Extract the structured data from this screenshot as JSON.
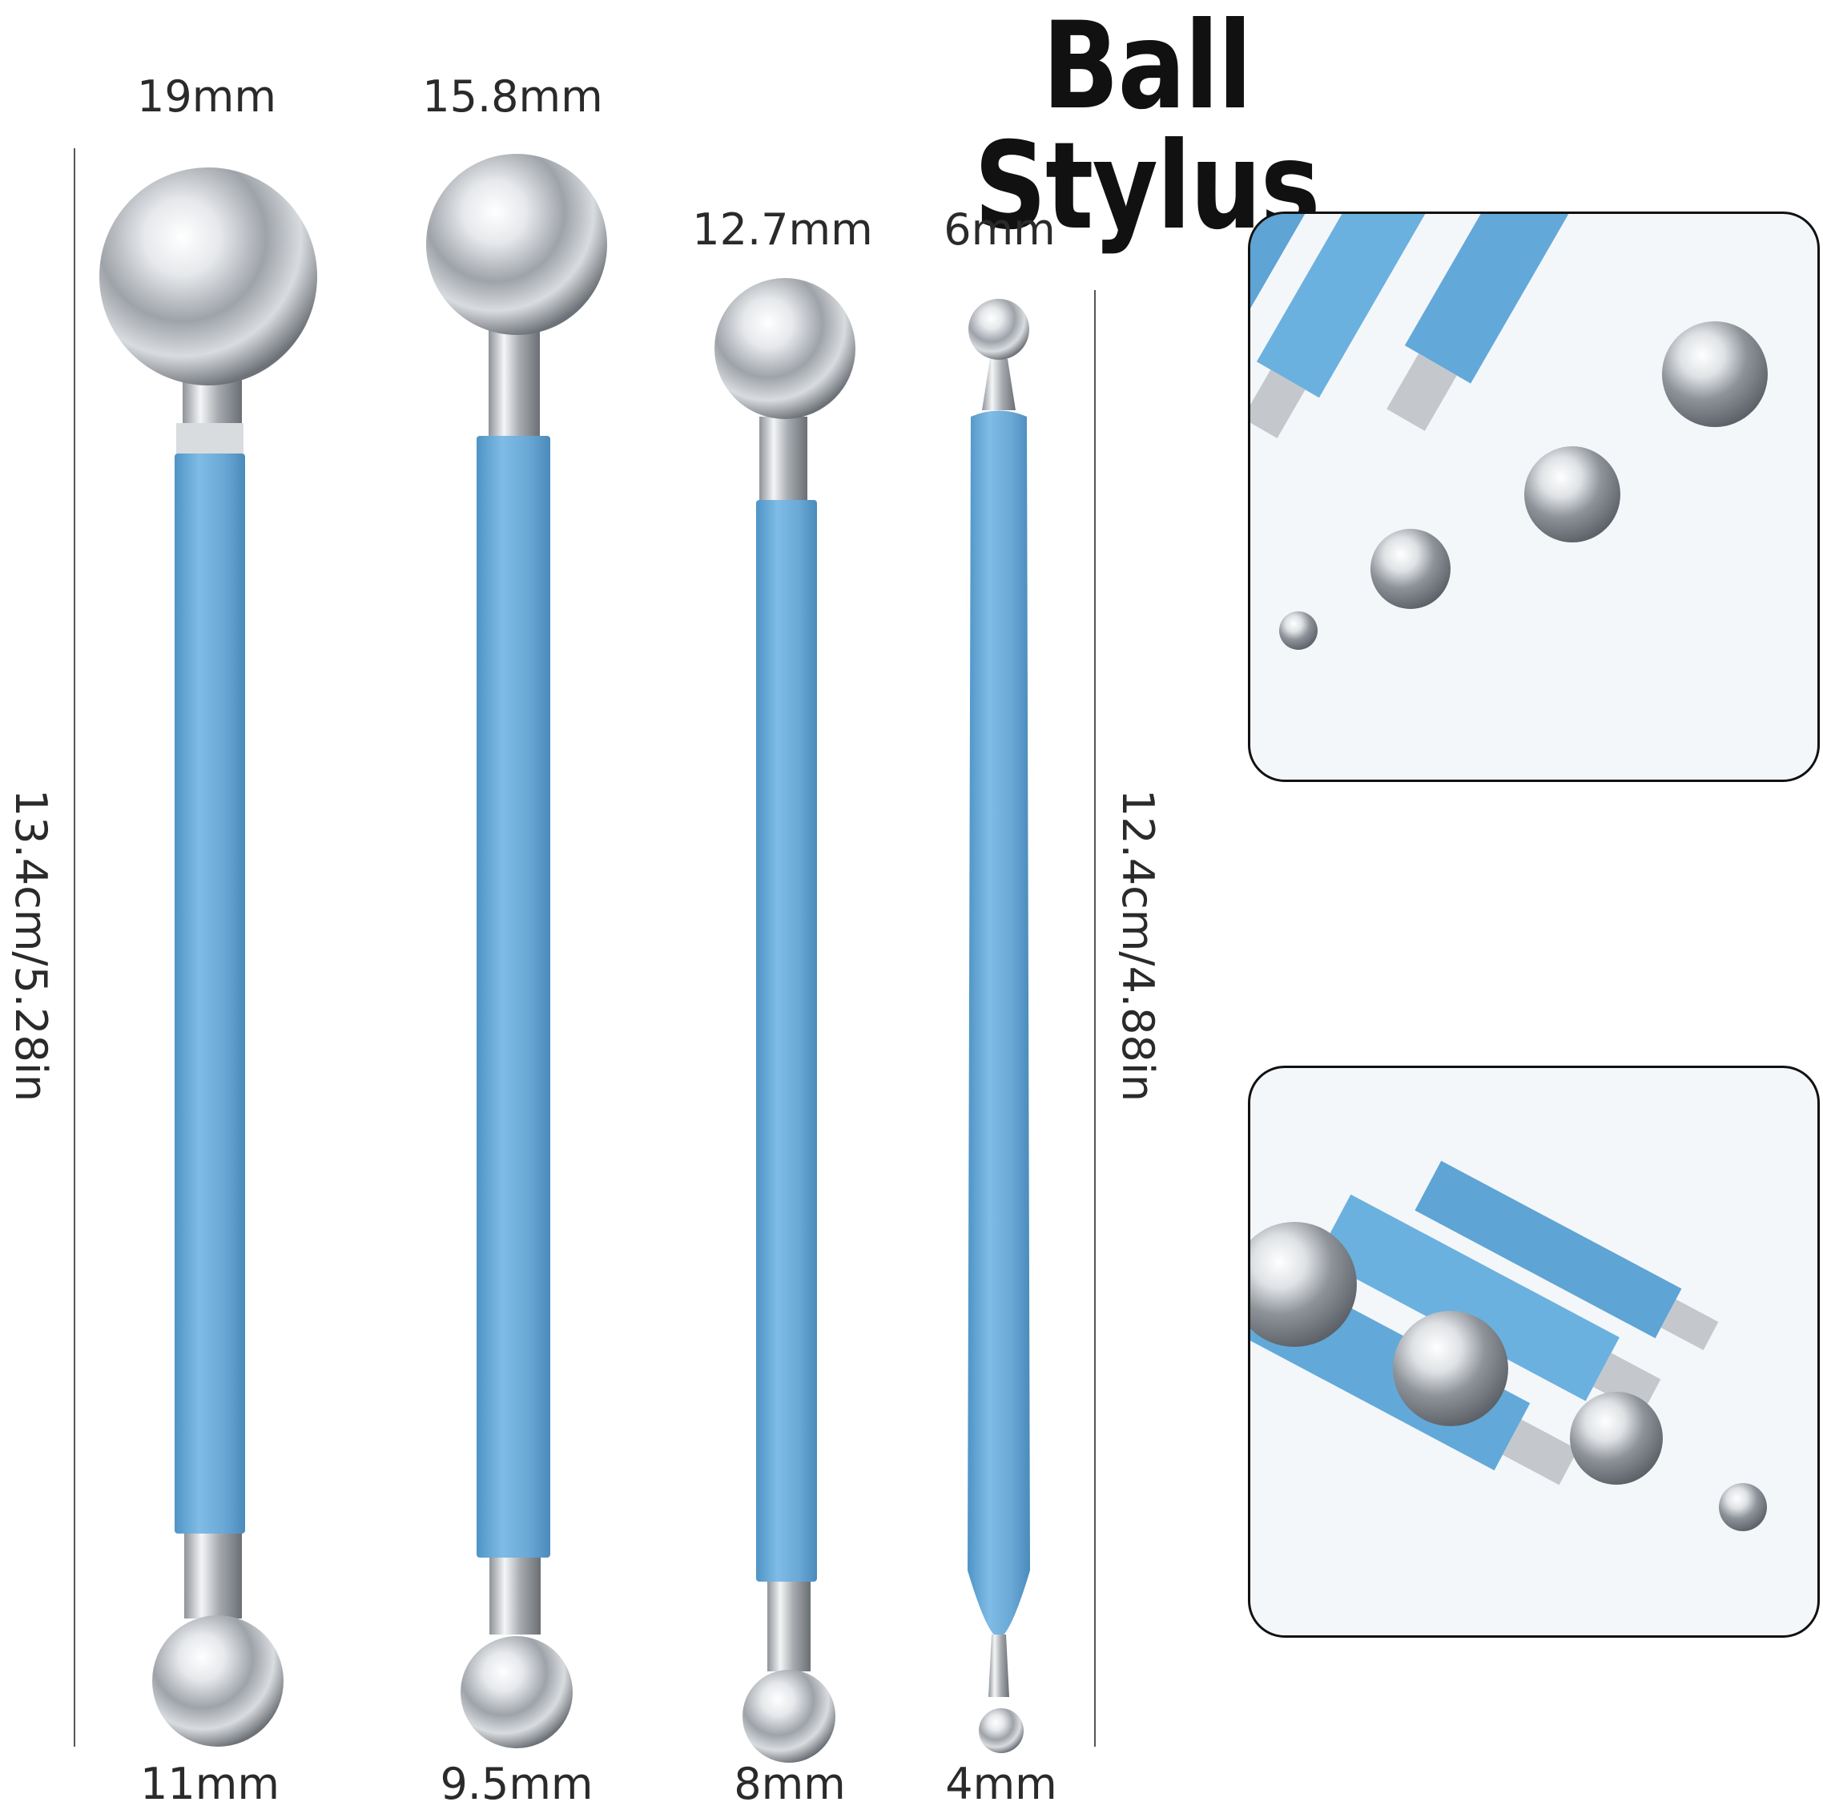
{
  "title": "Ball Stylus",
  "sizes_top": [
    "19mm",
    "15.8mm",
    "12.7mm",
    "6mm"
  ],
  "sizes_bottom": [
    "11mm",
    "9.5mm",
    "8mm",
    "4mm"
  ],
  "length_left": "13.4cm/5.28in",
  "length_right": "12.4cm/4.88in",
  "colors": {
    "handle": "#6fb0dd",
    "handle_shade": "#4f94c6",
    "metal": "#c9ccd0"
  }
}
